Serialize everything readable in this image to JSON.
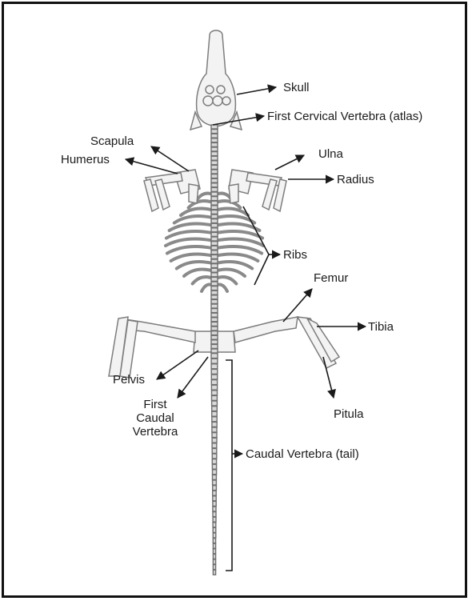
{
  "labels": {
    "skull": "Skull",
    "atlas": "First Cervical Vertebra (atlas)",
    "scapula": "Scapula",
    "humerus": "Humerus",
    "ulna": "Ulna",
    "radius": "Radius",
    "ribs": "Ribs",
    "femur": "Femur",
    "tibia": "Tibia",
    "pelvis": "Pelvis",
    "first_caudal": [
      "First",
      "Caudal",
      "Vertebra"
    ],
    "pitula": "Pitula",
    "caudal_tail": "Caudal Vertebra (tail)"
  },
  "colors": {
    "bone_stroke": "#8a8a8a",
    "bone_fill": "#f2f2f2",
    "arrow": "#1a1a1a",
    "frame": "#111111"
  }
}
